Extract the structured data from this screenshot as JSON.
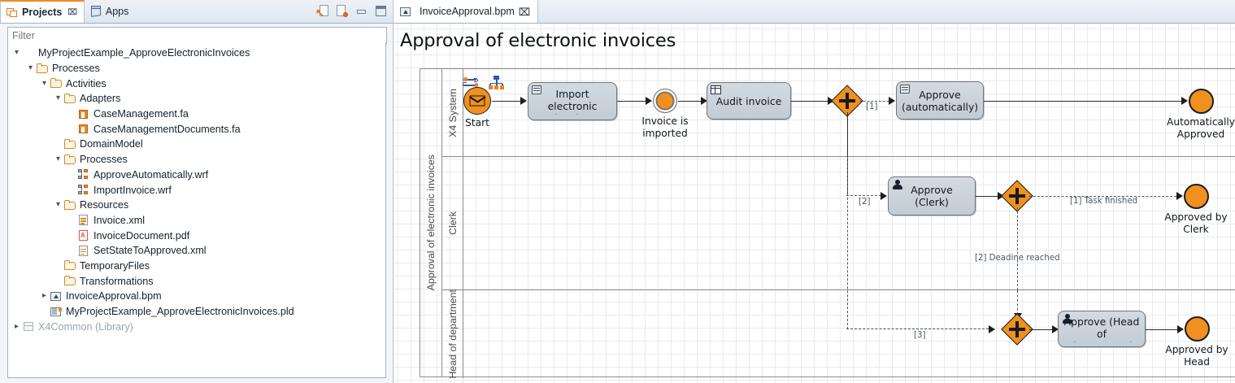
{
  "left_panel": {
    "tabs": [
      {
        "label": "Projects",
        "icon": "projects-icon",
        "active": true,
        "close": "⌧"
      },
      {
        "label": "Apps",
        "icon": "apps-icon",
        "active": false
      }
    ],
    "toolbar": [
      {
        "name": "collapse-all-icon",
        "title": "Collapse All"
      },
      {
        "name": "link-with-editor-icon",
        "title": "Link with Editor"
      },
      {
        "name": "minimize-icon",
        "title": "Minimize"
      },
      {
        "name": "maximize-icon",
        "title": "Maximize"
      }
    ],
    "filter": {
      "placeholder": "Filter",
      "value": ""
    },
    "tree": [
      {
        "label": "MyProjectExample_ApproveElectronicInvoices",
        "depth": 1,
        "twist": "open",
        "icon": "project",
        "dim": false
      },
      {
        "label": "Processes",
        "depth": 2,
        "twist": "open",
        "icon": "folder",
        "dim": false
      },
      {
        "label": "Activities",
        "depth": 3,
        "twist": "open",
        "icon": "folder",
        "dim": false
      },
      {
        "label": "Adapters",
        "depth": 4,
        "twist": "open",
        "icon": "folder",
        "dim": false
      },
      {
        "label": "CaseManagement.fa",
        "depth": 5,
        "twist": "blank",
        "icon": "fa",
        "dim": false
      },
      {
        "label": "CaseManagementDocuments.fa",
        "depth": 5,
        "twist": "blank",
        "icon": "fa",
        "dim": false
      },
      {
        "label": "DomainModel",
        "depth": 4,
        "twist": "blank",
        "icon": "folder",
        "dim": false
      },
      {
        "label": "Processes",
        "depth": 4,
        "twist": "open",
        "icon": "folder",
        "dim": false
      },
      {
        "label": "ApproveAutomatically.wrf",
        "depth": 5,
        "twist": "blank",
        "icon": "wrf",
        "dim": false
      },
      {
        "label": "ImportInvoice.wrf",
        "depth": 5,
        "twist": "blank",
        "icon": "wrf",
        "dim": false
      },
      {
        "label": "Resources",
        "depth": 4,
        "twist": "open",
        "icon": "folder",
        "dim": false
      },
      {
        "label": "Invoice.xml",
        "depth": 5,
        "twist": "blank",
        "icon": "xml",
        "dim": false
      },
      {
        "label": "InvoiceDocument.pdf",
        "depth": 5,
        "twist": "blank",
        "icon": "pdf",
        "dim": false
      },
      {
        "label": "SetStateToApproved.xml",
        "depth": 5,
        "twist": "blank",
        "icon": "xml",
        "dim": false
      },
      {
        "label": "TemporaryFiles",
        "depth": 4,
        "twist": "blank",
        "icon": "folder",
        "dim": false
      },
      {
        "label": "Transformations",
        "depth": 4,
        "twist": "blank",
        "icon": "folder",
        "dim": false
      },
      {
        "label": "InvoiceApproval.bpm",
        "depth": 3,
        "twist": "closed",
        "icon": "bpm",
        "dim": false
      },
      {
        "label": "MyProjectExample_ApproveElectronicInvoices.pld",
        "depth": 3,
        "twist": "blank",
        "icon": "pld",
        "dim": false
      },
      {
        "label": "X4Common (Library)",
        "depth": 1,
        "twist": "closed",
        "icon": "lib",
        "dim": true
      }
    ]
  },
  "editor": {
    "tab": {
      "label": "InvoiceApproval.bpm",
      "icon": "bpm-icon",
      "close": "⌧"
    },
    "diagram_title": "Approval of electronic invoices",
    "pool_label": "Approval of electronic invoices",
    "lanes": [
      {
        "label": "X4 System"
      },
      {
        "label": "Clerk"
      },
      {
        "label": "Head of department"
      }
    ],
    "nodes": [
      {
        "id": "start",
        "type": "start-message-event",
        "label": "Start"
      },
      {
        "id": "import",
        "type": "script-task",
        "label": "Import electronic invoice"
      },
      {
        "id": "imported",
        "type": "intermediate-event",
        "label": "Invoice is\nimported"
      },
      {
        "id": "audit",
        "type": "business-rule-task",
        "label": "Audit invoice"
      },
      {
        "id": "gw1",
        "type": "exclusive-gateway",
        "label": ""
      },
      {
        "id": "approveauto",
        "type": "script-task",
        "label": "Approve (automatically)"
      },
      {
        "id": "endauto",
        "type": "end-event",
        "label": "Automatically\nApproved"
      },
      {
        "id": "approveclerk",
        "type": "user-task",
        "label": "Approve\n(Clerk)"
      },
      {
        "id": "gw2",
        "type": "exclusive-gateway",
        "label": ""
      },
      {
        "id": "endclerk",
        "type": "end-event",
        "label": "Approved by\nClerk"
      },
      {
        "id": "gw3",
        "type": "exclusive-gateway",
        "label": ""
      },
      {
        "id": "approvehead",
        "type": "user-task",
        "label": "Approve (Head of department)"
      },
      {
        "id": "endhead",
        "type": "end-event",
        "label": "Approved by\nHead"
      }
    ],
    "flow_labels": [
      {
        "id": "f1",
        "text": "[1]"
      },
      {
        "id": "f2",
        "text": "[2]"
      },
      {
        "id": "f3",
        "text": "[1] Task finished"
      },
      {
        "id": "f4",
        "text": "[2] Deadine reached"
      },
      {
        "id": "f5",
        "text": "[3]"
      }
    ],
    "colors": {
      "event_fill": "#f0901e",
      "task_fill": "#c9d2da",
      "lane_border": "#8d8d8d",
      "accent": "#f08a24"
    }
  }
}
